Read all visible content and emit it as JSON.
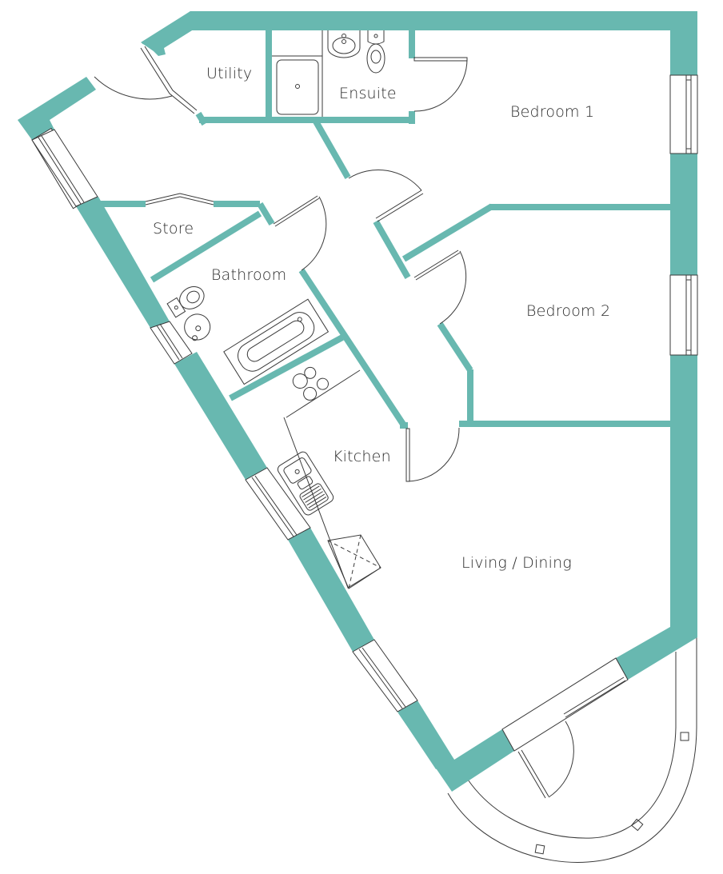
{
  "plan": {
    "type": "apartment floor plan",
    "wall_color": "#68b8b0",
    "line_color": "#3a3a3a",
    "background": "#ffffff"
  },
  "rooms": [
    {
      "id": "utility",
      "label": "Utility"
    },
    {
      "id": "ensuite",
      "label": "Ensuite"
    },
    {
      "id": "bedroom1",
      "label": "Bedroom 1"
    },
    {
      "id": "store",
      "label": "Store"
    },
    {
      "id": "bathroom",
      "label": "Bathroom"
    },
    {
      "id": "bedroom2",
      "label": "Bedroom 2"
    },
    {
      "id": "kitchen",
      "label": "Kitchen"
    },
    {
      "id": "living",
      "label": "Living / Dining"
    }
  ],
  "fixtures": {
    "ensuite": [
      "shower-tray",
      "wash-basin",
      "toilet"
    ],
    "bathroom": [
      "toilet",
      "wash-basin",
      "bath"
    ],
    "kitchen": [
      "hob",
      "sink-with-drainer",
      "appliance-space"
    ],
    "balcony": [
      "curved-balcony",
      "sliding-door",
      "balcony-posts"
    ]
  }
}
